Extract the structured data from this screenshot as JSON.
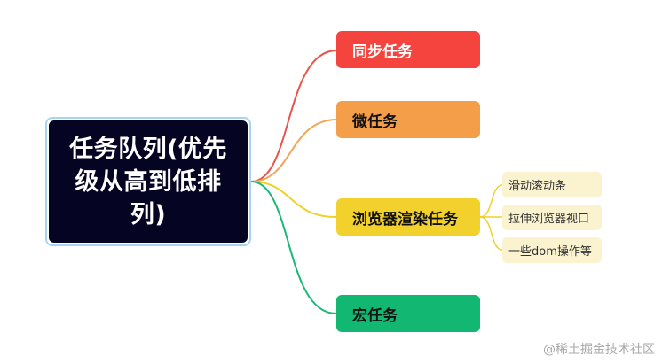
{
  "mindmap": {
    "root": {
      "label": "任务队列(优先级从高到低排列)"
    },
    "branches": [
      {
        "label": "同步任务",
        "color": "#f5443e"
      },
      {
        "label": "微任务",
        "color": "#f59e4a"
      },
      {
        "label": "浏览器渲染任务",
        "color": "#f2d12c",
        "children": [
          {
            "label": "滑动滚动条"
          },
          {
            "label": "拉伸浏览器视口"
          },
          {
            "label": "一些dom操作等"
          }
        ]
      },
      {
        "label": "宏任务",
        "color": "#12b872"
      }
    ]
  },
  "watermark": "@稀土掘金技术社区"
}
